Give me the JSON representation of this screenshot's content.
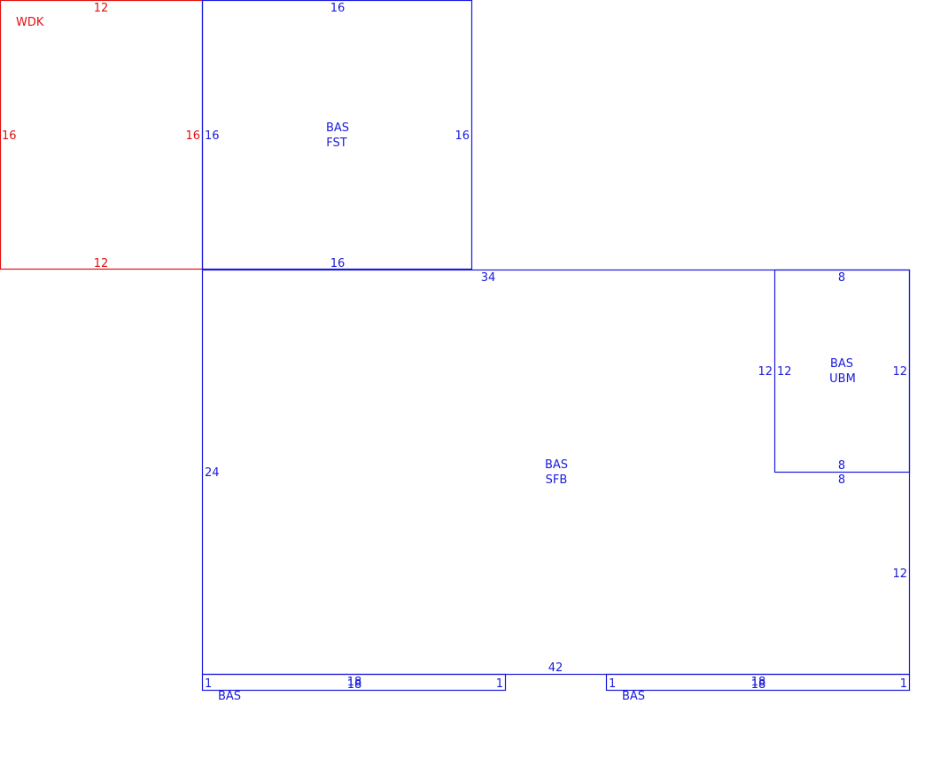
{
  "colors": {
    "blue": "#1a1adc",
    "red": "#e01010"
  },
  "areas": {
    "wdk": {
      "name": "WDK",
      "top": "12",
      "bottom": "12",
      "left": "16",
      "right": "16"
    },
    "fst": {
      "line1": "BAS",
      "line2": "FST",
      "top": "16",
      "bottom": "16",
      "left": "16",
      "right": "16"
    },
    "sfb": {
      "line1": "BAS",
      "line2": "SFB",
      "top": "34",
      "left": "24",
      "right": "12",
      "bottom": "42"
    },
    "ubm": {
      "line1": "BAS",
      "line2": "UBM",
      "top": "8",
      "left_outer": "12",
      "left": "12",
      "right": "12",
      "bottom": "8",
      "bottom_below": "8"
    },
    "bas_left": {
      "name": "BAS",
      "left": "1",
      "right": "1",
      "top": "18",
      "bottom": "18"
    },
    "bas_right": {
      "name": "BAS",
      "left": "1",
      "right": "1",
      "top": "18",
      "bottom": "18"
    }
  }
}
